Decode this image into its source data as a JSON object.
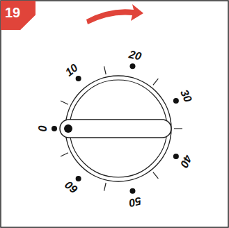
{
  "diagram": {
    "nodes": [
      {
        "text": [
          "19"
        ]
      }
    ],
    "labels": [
      "0",
      "10",
      "20",
      "30",
      "40",
      "50",
      "60"
    ]
  }
}
